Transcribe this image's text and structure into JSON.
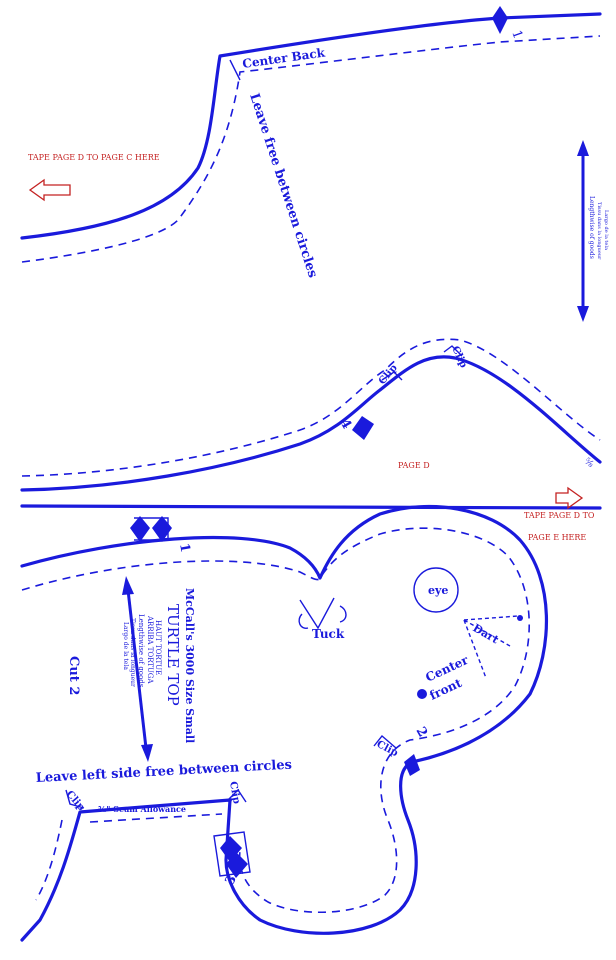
{
  "colors": {
    "pattern": "#1a1adc",
    "note": "#c42222",
    "background": "#ffffff"
  },
  "labels": {
    "center_back": "Center Back",
    "leave_free": "Leave free between circles",
    "tape_d_to_c": "TAPE PAGE D TO PAGE C HERE",
    "grain_top_line1": "Lengthwise of goods",
    "grain_top_line2": "Tissu dans la longueur",
    "grain_top_line3": "Largo de la tela",
    "clip": "Clip",
    "page_d": "PAGE D",
    "tape_d_to_e_line1": "TAPE PAGE D TO",
    "tape_d_to_e_line2": "PAGE E HERE",
    "notch_1": "1",
    "notch_2": "2",
    "notch_3": "3",
    "notch_4": "4",
    "seam_mark": "⅝",
    "eye": "eye",
    "tuck": "Tuck",
    "dart": "Dart",
    "center_front_line1": "Center",
    "center_front_line2": "front",
    "cut_2": "Cut 2",
    "brand_line": "McCall's 3000 Size Small",
    "pattern_title": "TURTLE TOP",
    "sub_fr": "HAUT TORTUE",
    "sub_es": "ARRIBA TORTUGA",
    "grain_main_line1": "Lengthwise of goods",
    "grain_main_line2": "Tissu dans la longueur",
    "grain_main_line3": "Largo de la tela",
    "leave_left_free": "Leave left side free between circles",
    "seam_allowance": "⅝\" Seam Allowance"
  }
}
